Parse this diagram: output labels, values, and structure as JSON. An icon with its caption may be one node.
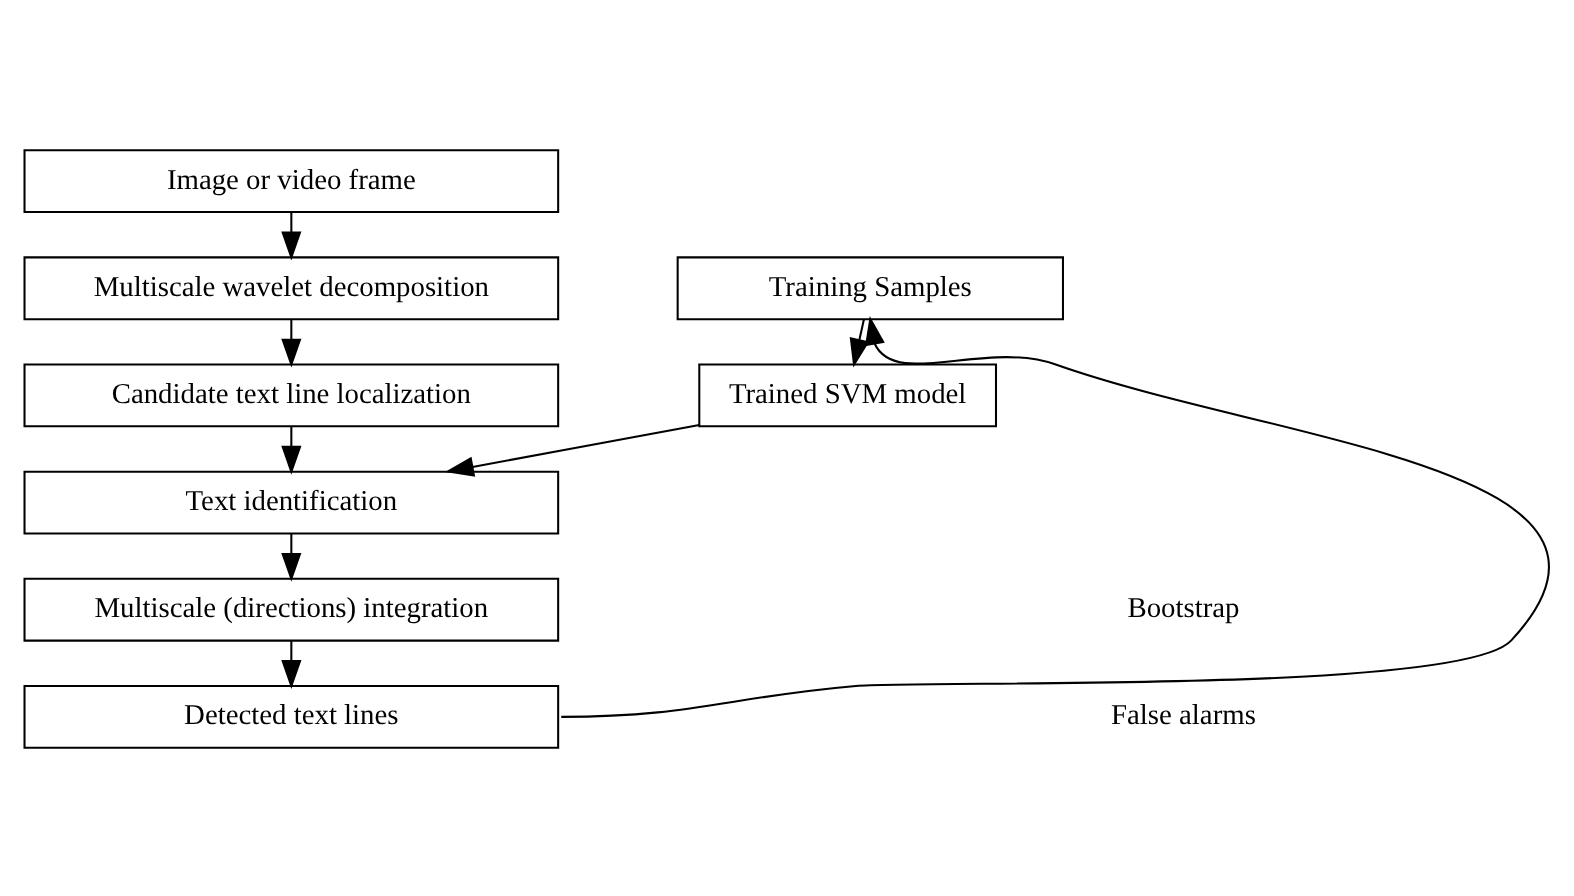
{
  "diagram": {
    "nodes": [
      {
        "text": [
          "Image or video frame"
        ]
      },
      {
        "text": [
          "Multiscale wavelet decomposition"
        ]
      },
      {
        "text": [
          "Candidate text line localization"
        ]
      },
      {
        "text": [
          "Training Samples"
        ]
      },
      {
        "text": [
          "Trained SVM model"
        ]
      },
      {
        "text": [
          "Text identification"
        ]
      },
      {
        "text": [
          "Multiscale (directions) integration"
        ]
      },
      {
        "text": [
          "Detected text lines"
        ]
      }
    ],
    "edges": [
      {
        "from": 0,
        "to": 1,
        "arrow": "to"
      },
      {
        "from": 1,
        "to": 2,
        "arrow": "to"
      },
      {
        "from": 2,
        "to": 5,
        "arrow": "to"
      },
      {
        "from": 3,
        "to": 4,
        "arrow": "to"
      },
      {
        "from": 4,
        "to": 5,
        "arrow": "to"
      },
      {
        "from": 5,
        "to": 6,
        "arrow": "to"
      },
      {
        "from": 6,
        "to": 7,
        "arrow": "to"
      },
      {
        "from": 7,
        "to": 3,
        "arrow": "to"
      }
    ],
    "labels": [
      "Bootstrap",
      "False alarms"
    ]
  }
}
